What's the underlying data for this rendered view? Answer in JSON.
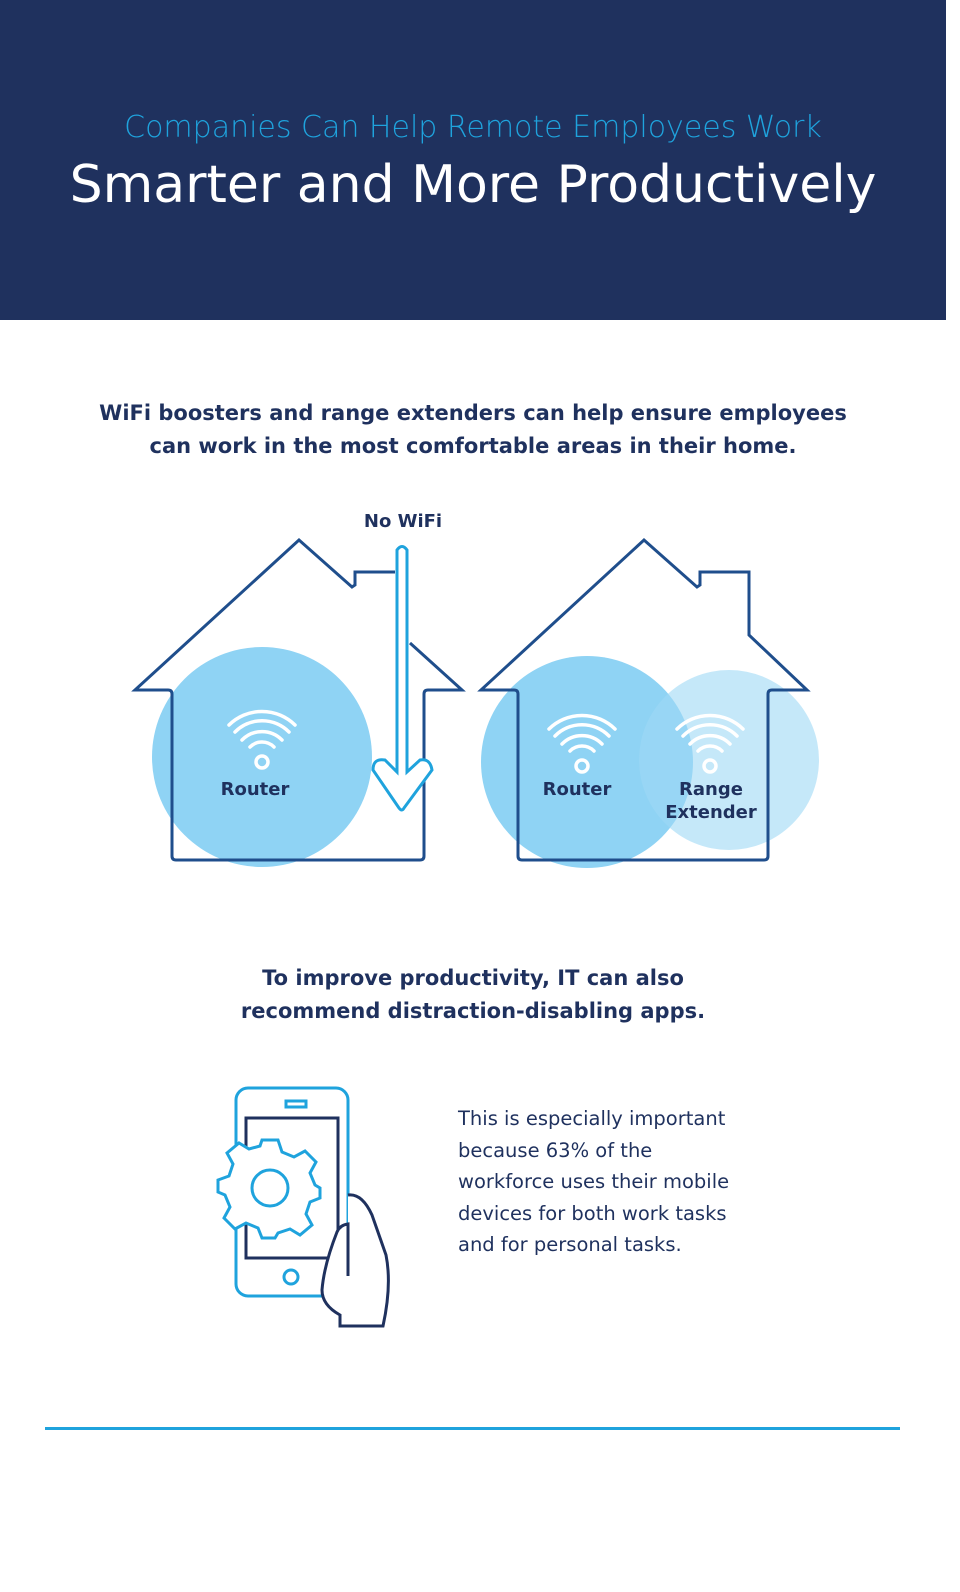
{
  "header": {
    "subtitle": "Companies Can Help Remote Employees Work",
    "title": "Smarter and More Productively"
  },
  "wifi_section": {
    "heading_line1": "WiFi boosters and range extenders can help ensure employees",
    "heading_line2": "can work in the most comfortable areas in their home.",
    "no_wifi_label": "No WiFi",
    "router_label": "Router",
    "router_label_2": "Router",
    "extender_line1": "Range",
    "extender_line2": "Extender"
  },
  "apps_section": {
    "heading_line1": "To improve productivity, IT can also",
    "heading_line2": "recommend distraction-disabling apps.",
    "body": [
      "This is especially important",
      "because 63% of the",
      "workforce uses their mobile",
      "devices for both work tasks",
      "and for personal tasks."
    ]
  },
  "colors": {
    "navy": "#1f315e",
    "accent": "#1fa3dd",
    "house": "#1f4e8c",
    "circle": "#8fd3f4",
    "circle_light": "#c6e6f8"
  }
}
